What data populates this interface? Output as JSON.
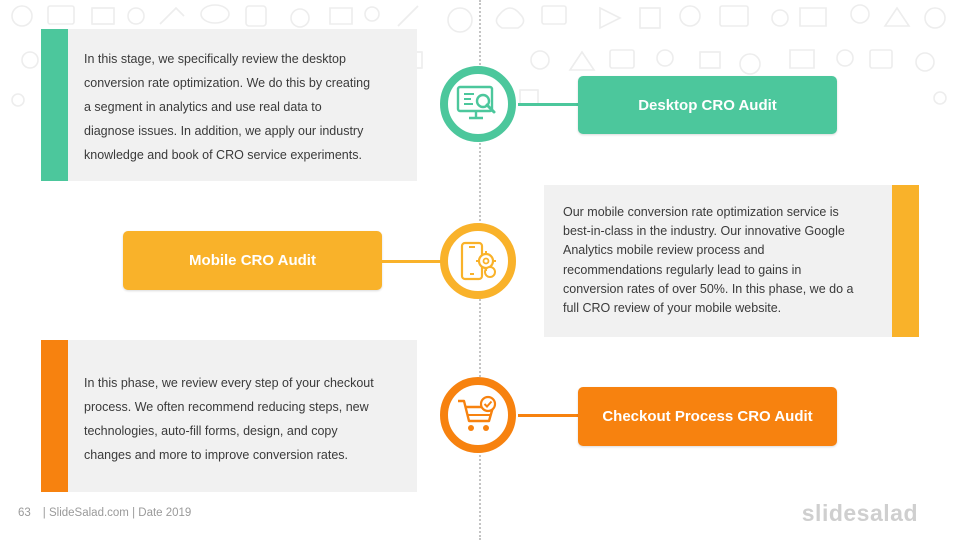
{
  "colors": {
    "green": "#4cc79c",
    "yellow": "#f9b22a",
    "orange": "#f7820f"
  },
  "stages": [
    {
      "title": "Desktop CRO Audit",
      "icon": "monitor-search-icon",
      "lines": [
        "In this stage, we specifically  review the desktop",
        "conversion rate optimization.  We do this by creating",
        "a segment in analytics and use real data to",
        "diagnose issues. In addition,  we apply our industry",
        "knowledge  and book of CRO service experiments."
      ]
    },
    {
      "title": "Mobile CRO Audit",
      "icon": "mobile-gears-icon",
      "lines": [
        "Our mobile  conversion rate optimization service is",
        "best-in-class in the industry.  Our innovative Google",
        "Analytics mobile review process and",
        "recommendations  regularly lead to gains in",
        "conversion rates of over 50%. In this phase,  we do a",
        "full CRO review of your mobile website."
      ]
    },
    {
      "title": "Checkout Process CRO Audit",
      "icon": "shopping-cart-check-icon",
      "lines": [
        "In this phase,  we review every step of your checkout",
        "process. We often recommend  reducing steps, new",
        "technologies,  auto-fill forms,  design,  and copy",
        "changes and more to improve  conversion rates."
      ]
    }
  ],
  "footer": {
    "page_number": "63",
    "text": "| SlideSalad.com | Date 2019"
  },
  "brand": "slidesalad"
}
